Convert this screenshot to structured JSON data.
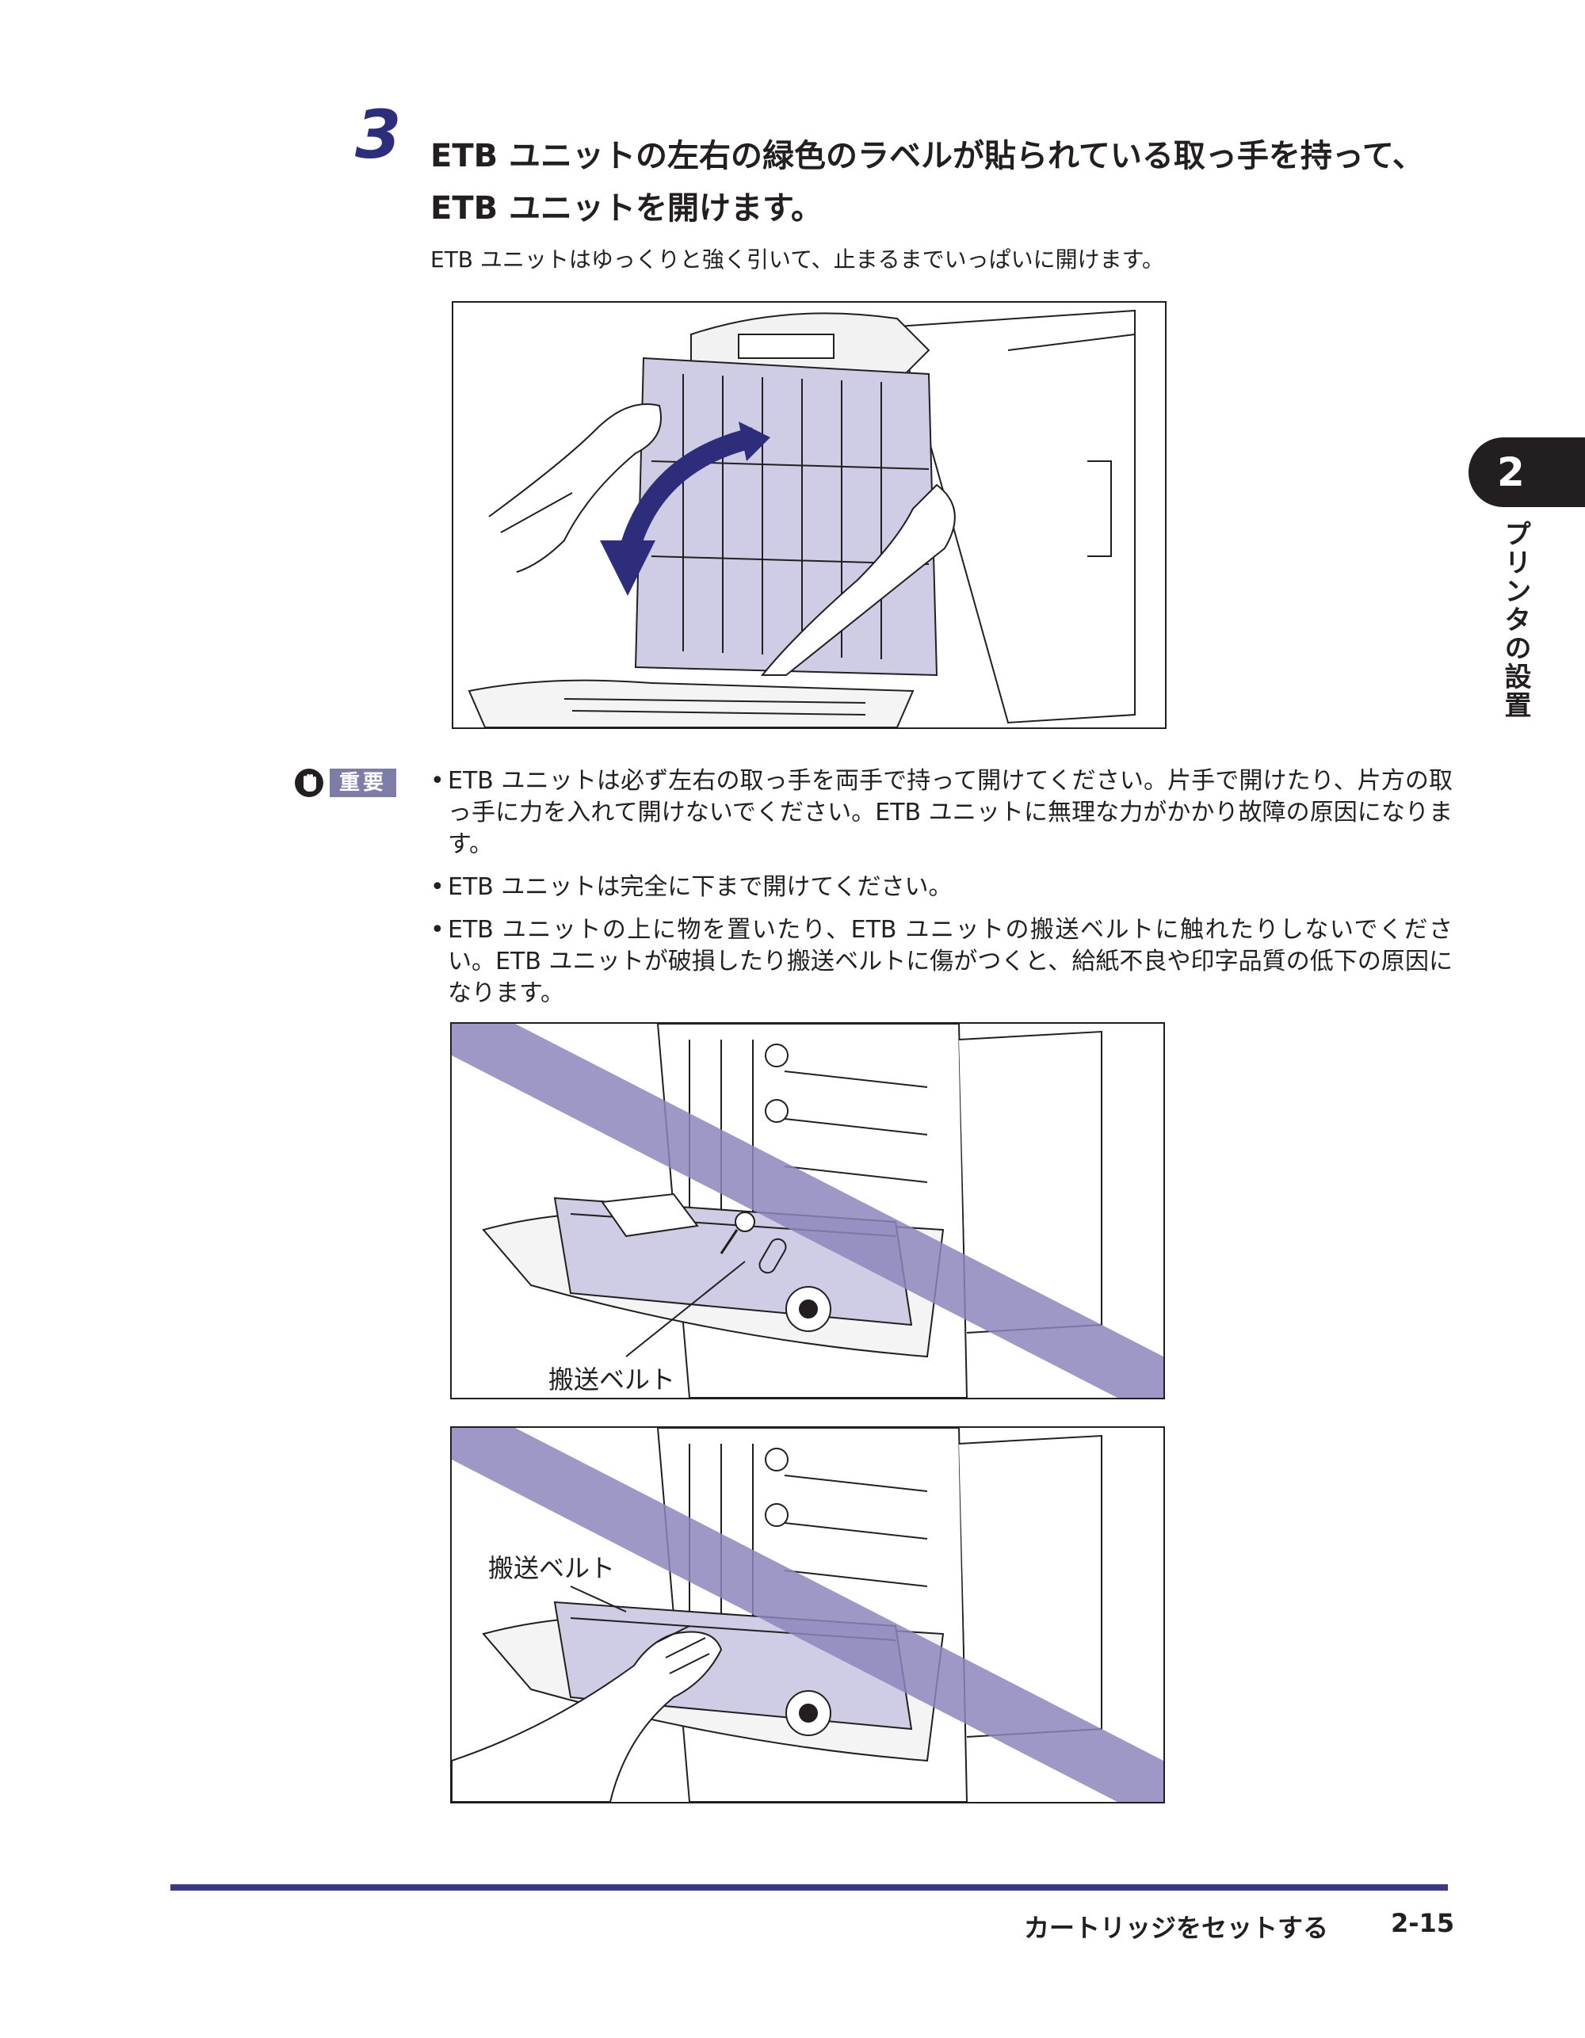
{
  "step": {
    "number": "3",
    "title": "ETB ユニットの左右の緑色のラベルが貼られている取っ手を持って、ETB ユニットを開けます。",
    "description": "ETB ユニットはゆっくりと強く引いて、止まるまでいっぱいに開けます。"
  },
  "important": {
    "label": "重要",
    "notes": [
      "ETB ユニットは必ず左右の取っ手を両手で持って開けてください。片手で開けたり、片方の取っ手に力を入れて開けないでください。ETB ユニットに無理な力がかかり故障の原因になります。",
      "ETB ユニットは完全に下まで開けてください。",
      "ETB ユニットの上に物を置いたり、ETB ユニットの搬送ベルトに触れたりしないでください。ETB ユニットが破損したり搬送ベルトに傷がつくと、給紙不良や印字品質の低下の原因になります。"
    ]
  },
  "figures": {
    "figure2_callout": "搬送ベルト",
    "figure3_callout": "搬送ベルト"
  },
  "chapter": {
    "number": "2",
    "title": "プリンタの設置"
  },
  "footer": {
    "section": "カートリッジをセットする",
    "page": "2-15"
  },
  "colors": {
    "accent": "#2e2d7c",
    "prohibit_band": "#8c86bb",
    "unit_fill": "#cfcce6"
  }
}
